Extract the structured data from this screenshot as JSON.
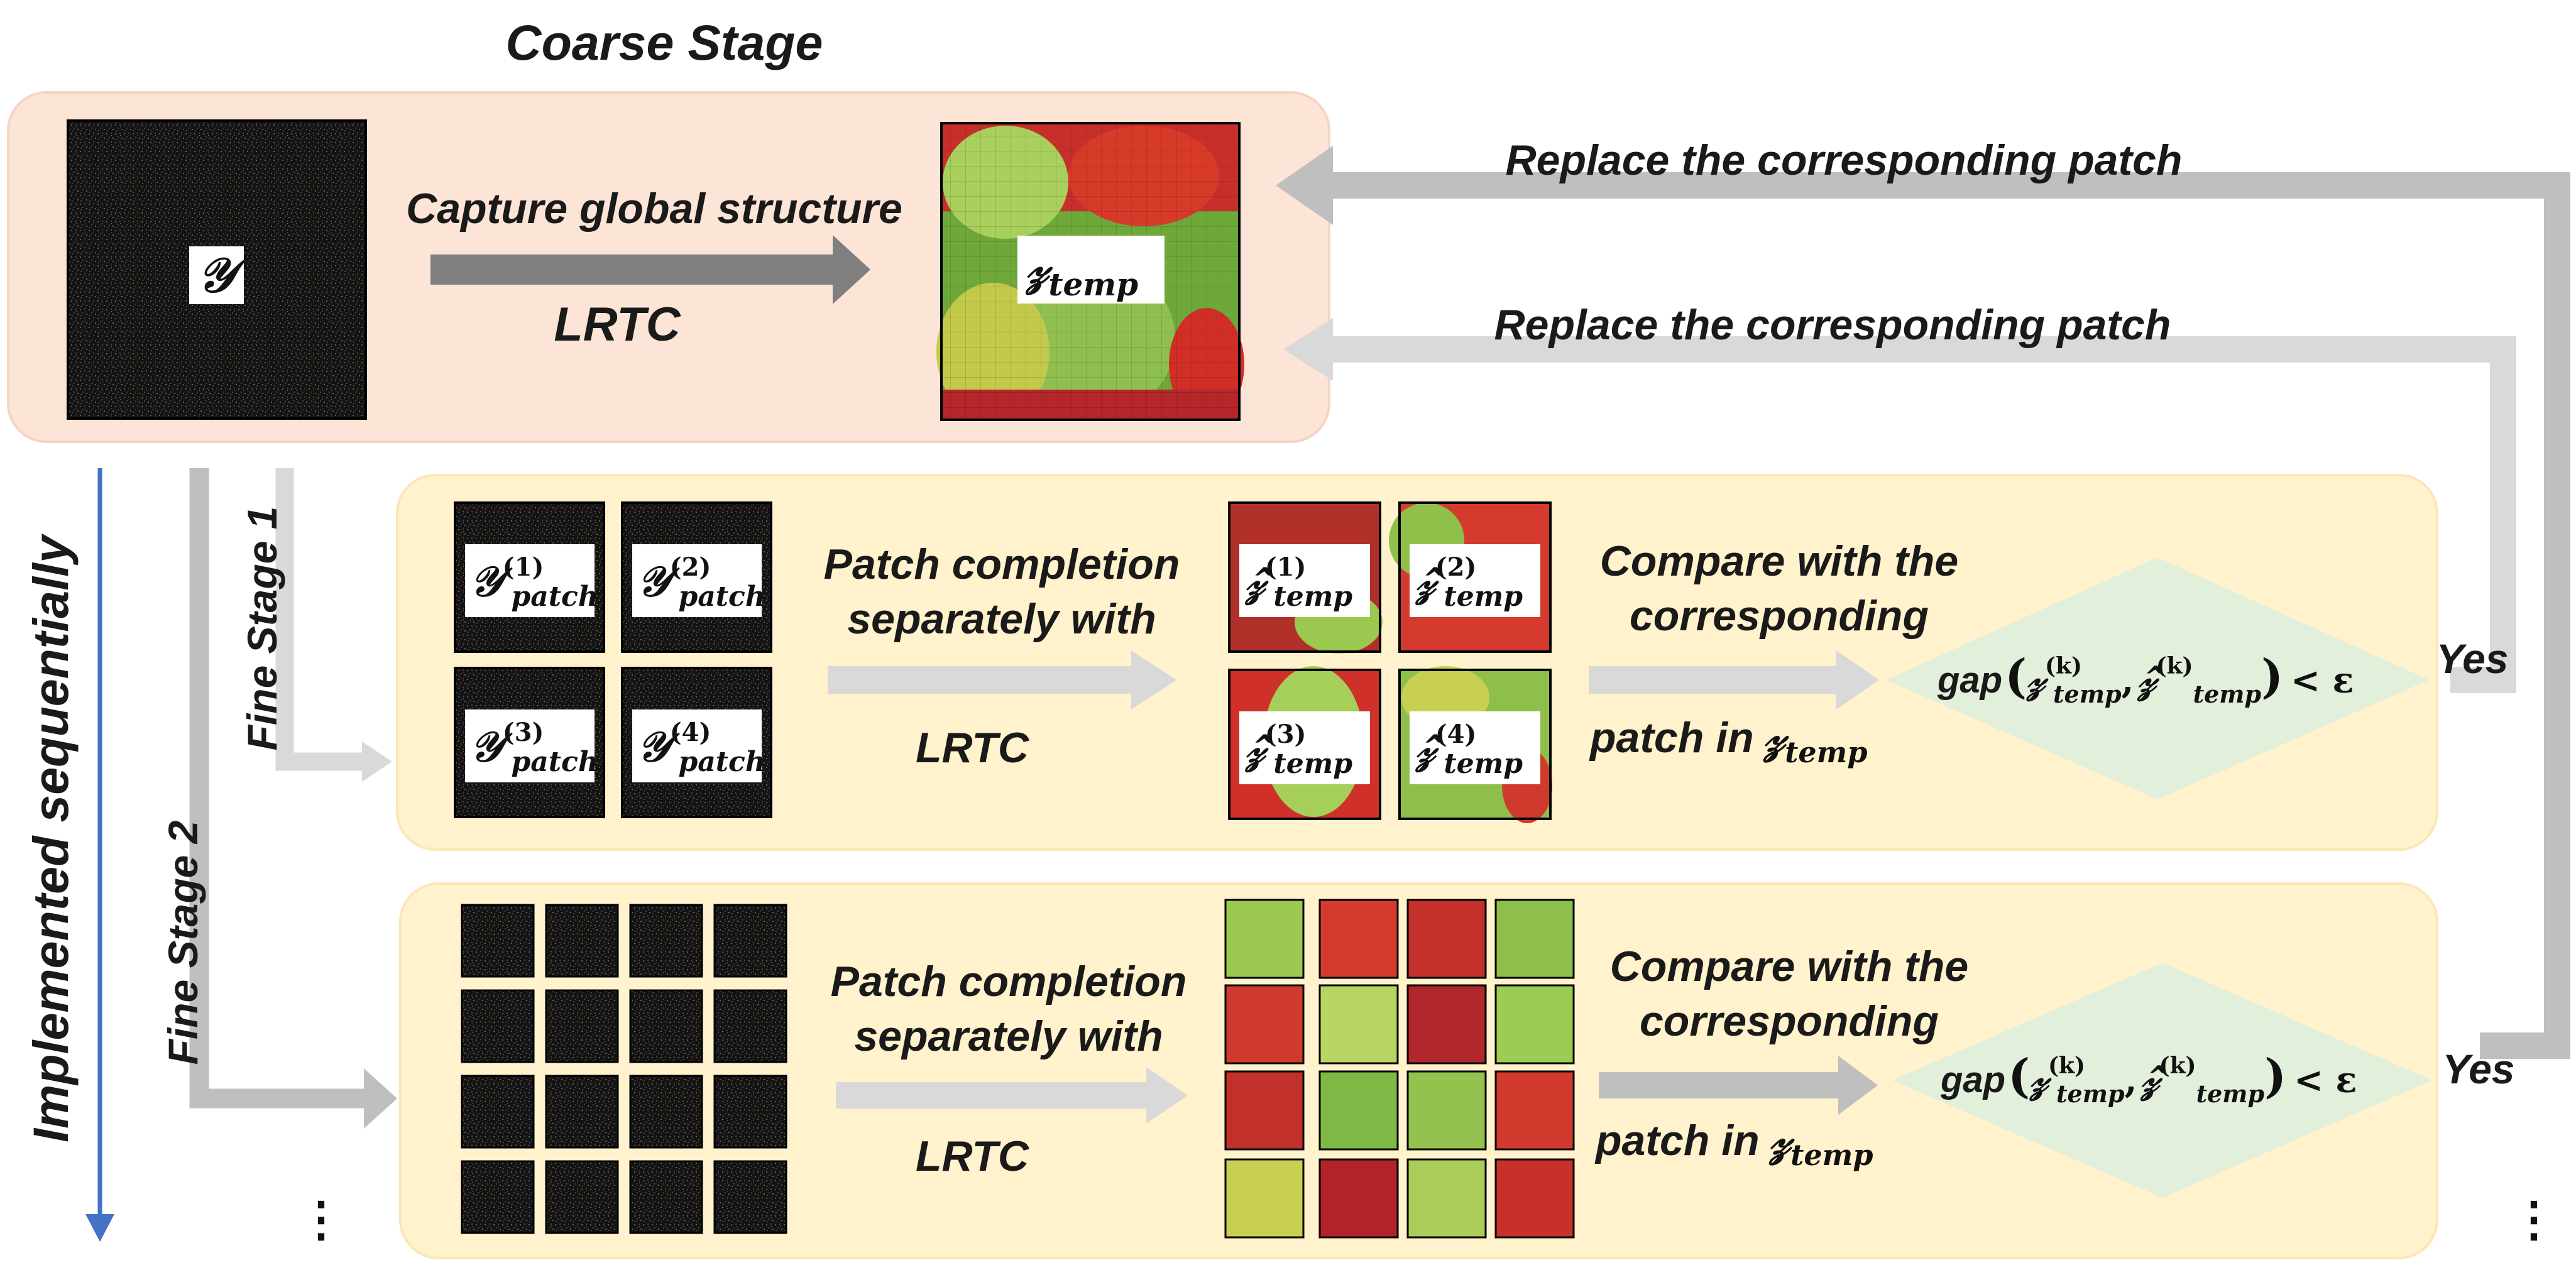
{
  "coarse_stage": {
    "title": "Coarse Stage",
    "input_symbol": "𝒴",
    "arrow_label": "Capture global structure",
    "method": "LRTC",
    "output_base": "𝓏",
    "output_sub": "temp"
  },
  "side_label": "Implemented sequentially",
  "feedback": {
    "upper": "Replace the corresponding patch",
    "lower": "Replace the corresponding patch"
  },
  "fine_stage_1": {
    "label": "Fine Stage 1",
    "patches": [
      {
        "base": "𝒴",
        "sup": "(1)",
        "sub": "patch"
      },
      {
        "base": "𝒴",
        "sup": "(2)",
        "sub": "patch"
      },
      {
        "base": "𝒴",
        "sup": "(3)",
        "sub": "patch"
      },
      {
        "base": "𝒴",
        "sup": "(4)",
        "sub": "patch"
      }
    ],
    "process_line1": "Patch completion",
    "process_line2": "separately with",
    "method": "LRTC",
    "completed": [
      {
        "base": "𝓏̂",
        "sup": "(1)",
        "sub": "temp"
      },
      {
        "base": "𝓏̂",
        "sup": "(2)",
        "sub": "temp"
      },
      {
        "base": "𝓏̂",
        "sup": "(3)",
        "sub": "temp"
      },
      {
        "base": "𝓏̂",
        "sup": "(4)",
        "sub": "temp"
      }
    ],
    "compare_line1": "Compare with the",
    "compare_line2": "corresponding",
    "compare_line3": "patch in",
    "compare_ref": "𝓏",
    "compare_ref_sub": "temp",
    "decision": {
      "func": "gap",
      "arg1": "𝓏",
      "arg1_sup": "(k)",
      "arg1_sub": "temp",
      "sep": ",",
      "arg2": "𝓏̂",
      "arg2_sup": "(k)",
      "arg2_sub": "temp",
      "relation": "< ε"
    },
    "yes": "Yes"
  },
  "fine_stage_2": {
    "label": "Fine Stage 2",
    "process_line1": "Patch completion",
    "process_line2": "separately with",
    "method": "LRTC",
    "compare_line1": "Compare with the",
    "compare_line2": "corresponding",
    "compare_line3": "patch in",
    "compare_ref": "𝓏",
    "compare_ref_sub": "temp",
    "decision": {
      "func": "gap",
      "arg1": "𝓏",
      "arg1_sup": "(k)",
      "arg1_sub": "temp",
      "sep": ",",
      "arg2": "𝓏̂",
      "arg2_sup": "(k)",
      "arg2_sub": "temp",
      "relation": "< ε"
    },
    "yes": "Yes"
  },
  "continuation": "⋮",
  "colors": {
    "coarse_panel": "#fce4d6",
    "fine_panel": "#fff2cc",
    "decision_diamond": "#e2efda",
    "arrow_dark": "#7f7f7f",
    "arrow_light": "#d9d9d9",
    "arrow_mid": "#bfbfbf",
    "sequence_arrow": "#4472c4",
    "noise_bg": "#141414",
    "pepper_red": "#d92b22",
    "pepper_green": "#8cc63f",
    "pepper_yellow": "#e6d94a"
  }
}
